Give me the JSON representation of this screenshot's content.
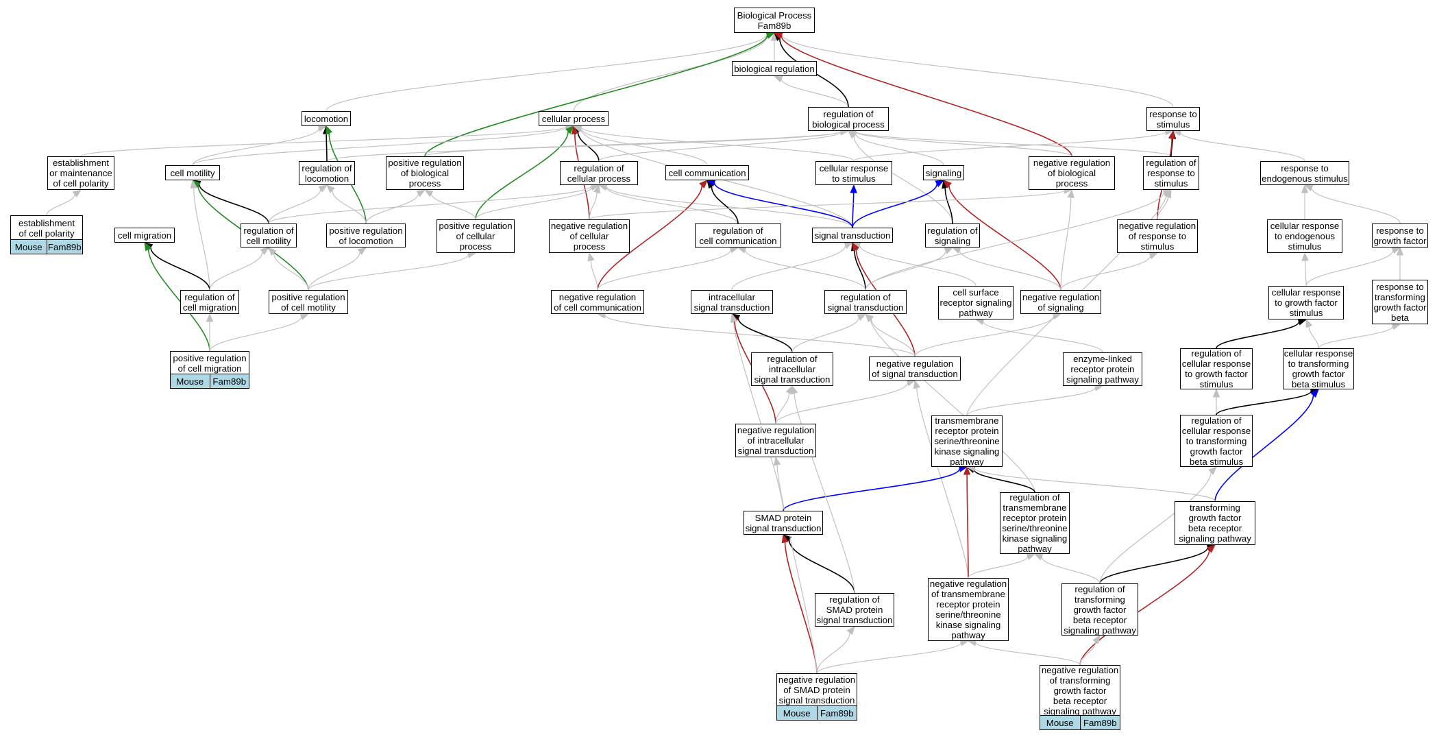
{
  "colors": {
    "is_a": "#c0c0c0",
    "part_of": "#000000",
    "regulates": "#0000ff",
    "positively_regulates": "#228b22",
    "negatively_regulates": "#b22222",
    "annotation_fill": "#add8e6"
  },
  "nodes": {
    "root": "Biological Process\nFam89b",
    "bioreg": "biological regulation",
    "locomotion": "locomotion",
    "cellproc": "cellular process",
    "regbio": "regulation of\nbiological process",
    "respstim": "response to\nstimulus",
    "estpol": "establishment\nor maintenance\nof cell polarity",
    "cellmot": "cell motility",
    "regloc": "regulation of\nlocomotion",
    "posregbio": "positive regulation\nof biological\nprocess",
    "regcellproc": "regulation of\ncellular process",
    "cellcomm": "cell communication",
    "cellrespstim": "cellular response\nto stimulus",
    "signaling": "signaling",
    "negregbio": "negative regulation\nof biological\nprocess",
    "regrespstim": "regulation of\nresponse to\nstimulus",
    "respendo": "response to\nendogenous stimulus",
    "estcellpol": "establishment\nof cell polarity",
    "cellmig": "cell migration",
    "regcellmot": "regulation of\ncell motility",
    "posregloc": "positive regulation\nof locomotion",
    "posregcellproc": "positive regulation\nof cellular\nprocess",
    "negregcellproc": "negative regulation\nof cellular\nprocess",
    "regcellcomm": "regulation of\ncell communication",
    "sigtrans": "signal transduction",
    "regsignaling": "regulation of\nsignaling",
    "negregrespstim": "negative regulation\nof response to\nstimulus",
    "cellrespendo": "cellular response\nto endogenous\nstimulus",
    "respgf": "response to\ngrowth factor",
    "regcellmig": "regulation of\ncell migration",
    "posregcellmot": "positive regulation\nof cell motility",
    "negregcellcomm": "negative regulation\nof cell communication",
    "intrasig": "intracellular\nsignal transduction",
    "regsigtrans": "regulation of\nsignal transduction",
    "csrsp": "cell surface\nreceptor signaling\npathway",
    "negregsignaling": "negative regulation\nof signaling",
    "cellrespgf": "cellular response\nto growth factor\nstimulus",
    "resptgfb": "response to\ntransforming\ngrowth factor\nbeta",
    "posregcellmig": "positive regulation\nof cell migration",
    "regintrasig": "regulation of\nintracellular\nsignal transduction",
    "negregsigtrans": "negative regulation\nof signal transduction",
    "elrpsp": "enzyme-linked\nreceptor protein\nsignaling pathway",
    "regcellrespgf": "regulation of\ncellular response\nto growth factor\nstimulus",
    "cellresptgfb": "cellular response\nto transforming\ngrowth factor\nbeta stimulus",
    "negregintrasig": "negative regulation\nof intracellular\nsignal transduction",
    "tmrpstk": "transmembrane\nreceptor protein\nserine/threonine\nkinase signaling\npathway",
    "regcellresptgfb": "regulation of\ncellular response\nto transforming\ngrowth factor\nbeta stimulus",
    "smad": "SMAD protein\nsignal transduction",
    "regtmrpstk": "regulation of\ntransmembrane\nreceptor protein\nserine/threonine\nkinase signaling\npathway",
    "tgfbrsp": "transforming\ngrowth factor\nbeta receptor\nsignaling pathway",
    "regsmad": "regulation of\nSMAD protein\nsignal transduction",
    "negregtmrpstk": "negative regulation\nof transmembrane\nreceptor protein\nserine/threonine\nkinase signaling\npathway",
    "regtgfbrsp": "regulation of\ntransforming\ngrowth factor\nbeta receptor\nsignaling pathway",
    "negregsmad": "negative regulation\nof SMAD protein\nsignal transduction",
    "negregtgfbrsp": "negative regulation\nof transforming\ngrowth factor\nbeta receptor\nsignaling pathway"
  },
  "annotations": {
    "species": "Mouse",
    "gene": "Fam89b"
  },
  "edges": [
    {
      "from": "bioreg",
      "to": "root",
      "type": "is_a"
    },
    {
      "from": "locomotion",
      "to": "root",
      "type": "is_a"
    },
    {
      "from": "cellproc",
      "to": "root",
      "type": "is_a"
    },
    {
      "from": "respstim",
      "to": "root",
      "type": "is_a"
    },
    {
      "from": "regbio",
      "to": "bioreg",
      "type": "is_a"
    },
    {
      "from": "regbio",
      "to": "root",
      "type": "part_of"
    },
    {
      "from": "posregbio",
      "to": "root",
      "type": "positively_regulates"
    },
    {
      "from": "negregbio",
      "to": "root",
      "type": "negatively_regulates"
    },
    {
      "from": "estpol",
      "to": "cellproc",
      "type": "is_a"
    },
    {
      "from": "cellmot",
      "to": "cellproc",
      "type": "is_a"
    },
    {
      "from": "cellcomm",
      "to": "cellproc",
      "type": "is_a"
    },
    {
      "from": "regcellproc",
      "to": "cellproc",
      "type": "part_of"
    },
    {
      "from": "cellrespstim",
      "to": "cellproc",
      "type": "is_a"
    },
    {
      "from": "posregcellproc",
      "to": "cellproc",
      "type": "positively_regulates"
    },
    {
      "from": "negregcellproc",
      "to": "cellproc",
      "type": "negatively_regulates"
    },
    {
      "from": "sigtrans",
      "to": "cellproc",
      "type": "is_a"
    },
    {
      "from": "regloc",
      "to": "regbio",
      "type": "is_a"
    },
    {
      "from": "posregbio",
      "to": "regbio",
      "type": "is_a"
    },
    {
      "from": "regcellproc",
      "to": "regbio",
      "type": "is_a"
    },
    {
      "from": "signaling",
      "to": "regbio",
      "type": "is_a"
    },
    {
      "from": "negregbio",
      "to": "regbio",
      "type": "is_a"
    },
    {
      "from": "regrespstim",
      "to": "regbio",
      "type": "is_a"
    },
    {
      "from": "regsignaling",
      "to": "regbio",
      "type": "is_a"
    },
    {
      "from": "cellrespstim",
      "to": "respstim",
      "type": "is_a"
    },
    {
      "from": "respendo",
      "to": "respstim",
      "type": "is_a"
    },
    {
      "from": "regrespstim",
      "to": "respstim",
      "type": "part_of"
    },
    {
      "from": "negregrespstim",
      "to": "respstim",
      "type": "negatively_regulates"
    },
    {
      "from": "estcellpol",
      "to": "estpol",
      "type": "is_a"
    },
    {
      "from": "cellmot",
      "to": "locomotion",
      "type": "is_a"
    },
    {
      "from": "regloc",
      "to": "locomotion",
      "type": "part_of"
    },
    {
      "from": "posregloc",
      "to": "locomotion",
      "type": "positively_regulates"
    },
    {
      "from": "regcellmot",
      "to": "cellmot",
      "type": "part_of"
    },
    {
      "from": "posregcellmot",
      "to": "cellmot",
      "type": "positively_regulates"
    },
    {
      "from": "regcellmig",
      "to": "cellmot",
      "type": "is_a"
    },
    {
      "from": "regcellmot",
      "to": "regloc",
      "type": "is_a"
    },
    {
      "from": "posregloc",
      "to": "regloc",
      "type": "is_a"
    },
    {
      "from": "posregloc",
      "to": "posregbio",
      "type": "is_a"
    },
    {
      "from": "posregcellproc",
      "to": "posregbio",
      "type": "is_a"
    },
    {
      "from": "regcellmot",
      "to": "regcellproc",
      "type": "is_a"
    },
    {
      "from": "posregcellproc",
      "to": "regcellproc",
      "type": "is_a"
    },
    {
      "from": "negregcellproc",
      "to": "regcellproc",
      "type": "is_a"
    },
    {
      "from": "regcellcomm",
      "to": "regcellproc",
      "type": "is_a"
    },
    {
      "from": "sigtrans",
      "to": "regcellproc",
      "type": "is_a"
    },
    {
      "from": "regcellcomm",
      "to": "cellcomm",
      "type": "part_of"
    },
    {
      "from": "negregcellcomm",
      "to": "cellcomm",
      "type": "negatively_regulates"
    },
    {
      "from": "sigtrans",
      "to": "cellcomm",
      "type": "regulates"
    },
    {
      "from": "sigtrans",
      "to": "cellrespstim",
      "type": "regulates"
    },
    {
      "from": "sigtrans",
      "to": "signaling",
      "type": "regulates"
    },
    {
      "from": "regsignaling",
      "to": "signaling",
      "type": "part_of"
    },
    {
      "from": "negregsignaling",
      "to": "signaling",
      "type": "negatively_regulates"
    },
    {
      "from": "negregcellproc",
      "to": "negregbio",
      "type": "is_a"
    },
    {
      "from": "negregsignaling",
      "to": "negregbio",
      "type": "is_a"
    },
    {
      "from": "regsigtrans",
      "to": "regrespstim",
      "type": "is_a"
    },
    {
      "from": "negregrespstim",
      "to": "regrespstim",
      "type": "is_a"
    },
    {
      "from": "tmrpstk",
      "to": "regrespstim",
      "type": "is_a"
    },
    {
      "from": "cellrespendo",
      "to": "respendo",
      "type": "is_a"
    },
    {
      "from": "respgf",
      "to": "respendo",
      "type": "is_a"
    },
    {
      "from": "regcellmig",
      "to": "cellmig",
      "type": "part_of"
    },
    {
      "from": "posregcellmig",
      "to": "cellmig",
      "type": "positively_regulates"
    },
    {
      "from": "regcellmig",
      "to": "regcellmot",
      "type": "is_a"
    },
    {
      "from": "posregcellmot",
      "to": "regcellmot",
      "type": "is_a"
    },
    {
      "from": "posregcellmot",
      "to": "posregloc",
      "type": "is_a"
    },
    {
      "from": "posregcellmot",
      "to": "posregcellproc",
      "type": "is_a"
    },
    {
      "from": "negregcellcomm",
      "to": "negregcellproc",
      "type": "is_a"
    },
    {
      "from": "negregcellcomm",
      "to": "regcellcomm",
      "type": "is_a"
    },
    {
      "from": "regsigtrans",
      "to": "regcellcomm",
      "type": "is_a"
    },
    {
      "from": "intrasig",
      "to": "sigtrans",
      "type": "is_a"
    },
    {
      "from": "regsigtrans",
      "to": "sigtrans",
      "type": "part_of"
    },
    {
      "from": "csrsp",
      "to": "sigtrans",
      "type": "is_a"
    },
    {
      "from": "negregsigtrans",
      "to": "sigtrans",
      "type": "negatively_regulates"
    },
    {
      "from": "regsigtrans",
      "to": "regsignaling",
      "type": "is_a"
    },
    {
      "from": "negregsignaling",
      "to": "regsignaling",
      "type": "is_a"
    },
    {
      "from": "negregsignaling",
      "to": "negregrespstim",
      "type": "is_a"
    },
    {
      "from": "cellrespgf",
      "to": "cellrespendo",
      "type": "is_a"
    },
    {
      "from": "cellrespgf",
      "to": "respgf",
      "type": "is_a"
    },
    {
      "from": "resptgfb",
      "to": "respgf",
      "type": "is_a"
    },
    {
      "from": "posregcellmig",
      "to": "regcellmig",
      "type": "is_a"
    },
    {
      "from": "posregcellmig",
      "to": "posregcellmot",
      "type": "is_a"
    },
    {
      "from": "negregsigtrans",
      "to": "negregcellcomm",
      "type": "is_a"
    },
    {
      "from": "regintrasig",
      "to": "intrasig",
      "type": "part_of"
    },
    {
      "from": "negregintrasig",
      "to": "intrasig",
      "type": "negatively_regulates"
    },
    {
      "from": "smad",
      "to": "intrasig",
      "type": "is_a"
    },
    {
      "from": "regintrasig",
      "to": "regsigtrans",
      "type": "is_a"
    },
    {
      "from": "negregsigtrans",
      "to": "regsigtrans",
      "type": "is_a"
    },
    {
      "from": "negregsigtrans",
      "to": "negregsignaling",
      "type": "is_a"
    },
    {
      "from": "regtmrpstk",
      "to": "regsigtrans",
      "type": "is_a"
    },
    {
      "from": "elrpsp",
      "to": "csrsp",
      "type": "is_a"
    },
    {
      "from": "tmrpstk",
      "to": "elrpsp",
      "type": "is_a"
    },
    {
      "from": "regcellrespgf",
      "to": "cellrespgf",
      "type": "part_of"
    },
    {
      "from": "cellresptgfb",
      "to": "cellrespgf",
      "type": "is_a"
    },
    {
      "from": "cellresptgfb",
      "to": "resptgfb",
      "type": "is_a"
    },
    {
      "from": "negregintrasig",
      "to": "regintrasig",
      "type": "is_a"
    },
    {
      "from": "negregintrasig",
      "to": "negregsigtrans",
      "type": "is_a"
    },
    {
      "from": "negregtmrpstk",
      "to": "negregsigtrans",
      "type": "is_a"
    },
    {
      "from": "regcellresptgfb",
      "to": "regcellrespgf",
      "type": "is_a"
    },
    {
      "from": "regcellresptgfb",
      "to": "cellresptgfb",
      "type": "part_of"
    },
    {
      "from": "tgfbrsp",
      "to": "cellresptgfb",
      "type": "regulates"
    },
    {
      "from": "smad",
      "to": "tmrpstk",
      "type": "regulates"
    },
    {
      "from": "regtmrpstk",
      "to": "tmrpstk",
      "type": "part_of"
    },
    {
      "from": "negregtmrpstk",
      "to": "tmrpstk",
      "type": "negatively_regulates"
    },
    {
      "from": "tgfbrsp",
      "to": "tmrpstk",
      "type": "is_a"
    },
    {
      "from": "regsmad",
      "to": "smad",
      "type": "part_of"
    },
    {
      "from": "negregsmad",
      "to": "smad",
      "type": "negatively_regulates"
    },
    {
      "from": "negregtmrpstk",
      "to": "regtmrpstk",
      "type": "is_a"
    },
    {
      "from": "regtgfbrsp",
      "to": "regtmrpstk",
      "type": "is_a"
    },
    {
      "from": "regtgfbrsp",
      "to": "tgfbrsp",
      "type": "part_of"
    },
    {
      "from": "regtgfbrsp",
      "to": "regcellresptgfb",
      "type": "is_a"
    },
    {
      "from": "negregtgfbrsp",
      "to": "tgfbrsp",
      "type": "negatively_regulates"
    },
    {
      "from": "negregtgfbrsp",
      "to": "regtgfbrsp",
      "type": "is_a"
    },
    {
      "from": "negregtgfbrsp",
      "to": "negregtmrpstk",
      "type": "is_a"
    },
    {
      "from": "negregsmad",
      "to": "regsmad",
      "type": "is_a"
    },
    {
      "from": "negregsmad",
      "to": "negregtmrpstk",
      "type": "is_a"
    },
    {
      "from": "negregsmad",
      "to": "negregintrasig",
      "type": "is_a"
    },
    {
      "from": "regsmad",
      "to": "regintrasig",
      "type": "is_a"
    }
  ]
}
